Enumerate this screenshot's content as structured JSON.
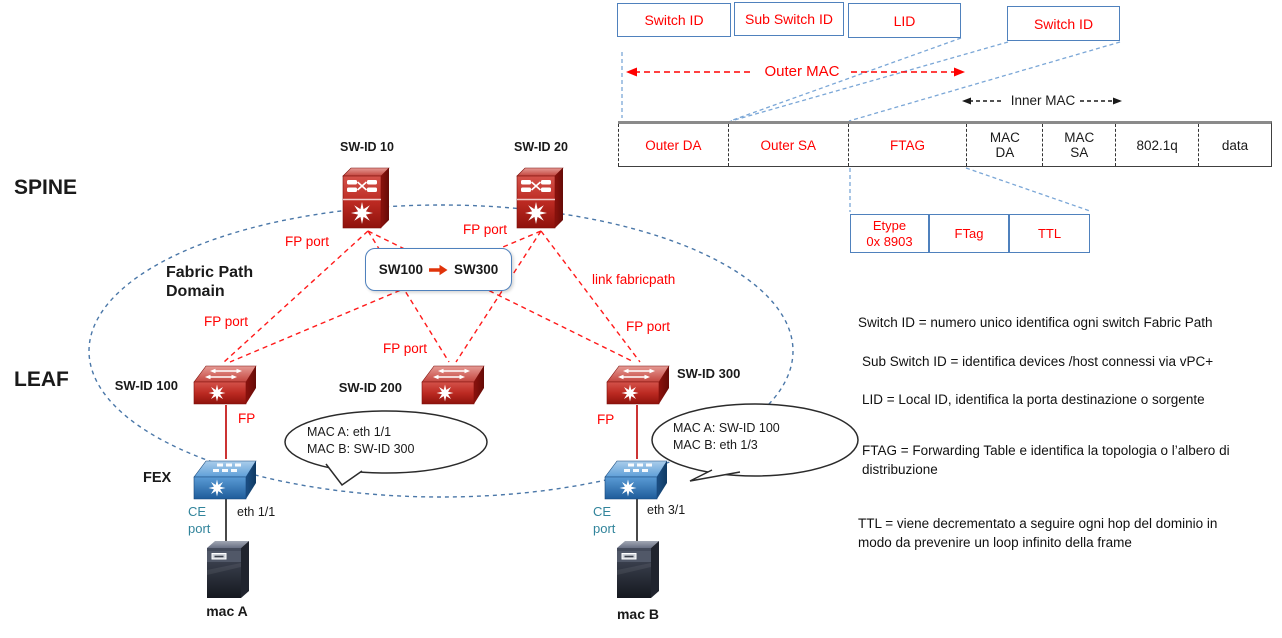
{
  "colors": {
    "accent_blue": "#4f81bd",
    "label_red": "#ff0000",
    "ce_teal": "#31849b",
    "switch_red": "#b01c14",
    "fex_blue": "#2f75b5",
    "domain_ellipse_blue": "#4a77a8"
  },
  "frame_diagram": {
    "header_boxes": [
      {
        "label": "Switch ID"
      },
      {
        "label": "Sub Switch ID"
      },
      {
        "label": "LID"
      },
      {
        "label": "Switch ID"
      }
    ],
    "outer_mac_label": "Outer MAC",
    "inner_mac_label": "Inner MAC",
    "fields": [
      {
        "label": "Outer DA"
      },
      {
        "label": "Outer SA"
      },
      {
        "label": "FTAG"
      },
      {
        "label": "MAC\nDA"
      },
      {
        "label": "MAC\nSA"
      },
      {
        "label": "802.1q"
      },
      {
        "label": "data"
      }
    ],
    "ftag_detail_boxes": [
      {
        "label": "Etype\n0x 8903"
      },
      {
        "label": "FTag"
      },
      {
        "label": "TTL"
      }
    ]
  },
  "legend": {
    "items": [
      "Switch ID = numero unico identifica  ogni switch Fabric Path",
      "Sub Switch ID = identifica devices /host connessi via vPC+",
      "LID = Local ID, identifica la porta destinazione o sorgente",
      "FTAG = Forwarding Table e identifica la topologia o l’albero di\ndistribuzione",
      "TTL = viene decrementato a seguire ogni hop  del dominio  in\nmodo  da prevenire un loop  infinito della frame"
    ]
  },
  "topology": {
    "spine_label": "SPINE",
    "leaf_label": "LEAF",
    "domain_label": "Fabric Path\nDomain",
    "spine_switches": [
      {
        "id": "SW-ID 10"
      },
      {
        "id": "SW-ID 20"
      }
    ],
    "leaf_switches": [
      {
        "id": "SW-ID 100"
      },
      {
        "id": "SW-ID 200"
      },
      {
        "id": "SW-ID 300"
      }
    ],
    "fex_label": "FEX",
    "fp_port_labels": [
      "FP port",
      "FP port",
      "FP port",
      "FP port",
      "FP port"
    ],
    "fp_link_labels": [
      "FP",
      "FP"
    ],
    "link_fabricpath_label": "link fabricpath",
    "path_box": {
      "from": "SW100",
      "to": "SW300"
    },
    "ce_port_label": "CE\nport",
    "eth_port_labels": [
      "eth 1/1",
      "eth 3/1"
    ],
    "host_labels": [
      "mac A",
      "mac B"
    ],
    "callouts": [
      "MAC A: eth 1/1\nMAC B: SW-ID 300",
      "MAC A: SW-ID 100\nMAC B: eth 1/3"
    ]
  }
}
